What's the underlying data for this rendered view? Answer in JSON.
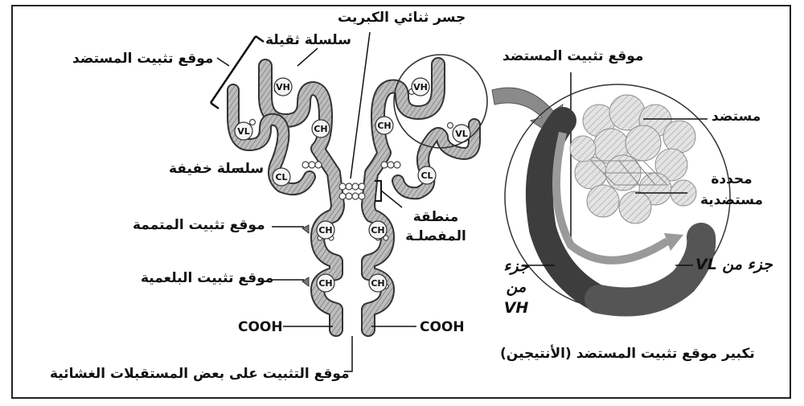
{
  "labels": {
    "antigen_binding_site_left": "موقع تثبيت المستضد",
    "heavy_chain": "سلسلة ثقيلة",
    "disulfide_bridge": "جسر ثنائي الكبريت",
    "antigen_binding_site_right": "موقع تثبيت المستضد",
    "light_chain": "سلسلة خفيفة",
    "antigen": "مستضد",
    "epitope": "محددة مستضدية",
    "complement_binding_site": "موقع تثبيت المتممة",
    "hinge_region": "منطقة المفصلـة",
    "phagocyte_binding_site": "موقع تثبيت البلعمية",
    "vh_part": "جزء من VH",
    "vl_part": "جزء من VL",
    "cooh_left": "COOH",
    "cooh_right": "COOH",
    "membrane_receptor_site": "موقع التثبيت على بعض المستقبلات الغشائية",
    "magnification_caption": "تكبير موقع تثبيت المستضد (الأنتيجين)"
  },
  "domains": {
    "vh": "VH",
    "vl": "VL",
    "ch": "CH",
    "cl": "CL"
  }
}
